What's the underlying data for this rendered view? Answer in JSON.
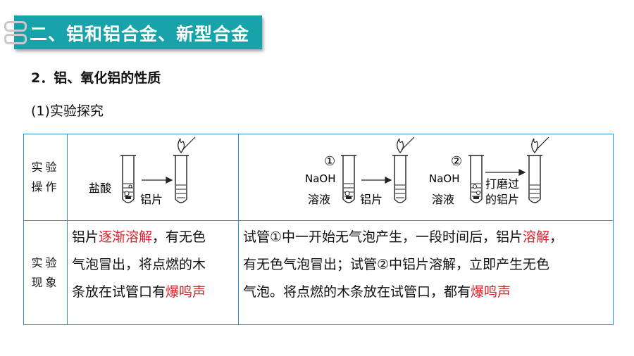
{
  "banner": {
    "title": "二、铝和铝合金、新型合金"
  },
  "heading2": "2．铝、氧化铝的性质",
  "heading3": "(1)实验探究",
  "table": {
    "row1_header": [
      "实验",
      "操作"
    ],
    "row2_header": [
      "实验",
      "现象"
    ],
    "op1": {
      "reagent": "盐酸",
      "metal": "铝片"
    },
    "op2": {
      "tube1": {
        "number": "①",
        "reagent_line1": "NaOH",
        "reagent_line2": "溶液",
        "metal": "铝片"
      },
      "tube2": {
        "number": "②",
        "reagent_line1": "NaOH",
        "reagent_line2": "溶液",
        "metal_line1": "打磨过",
        "metal_line2": "的铝片"
      }
    },
    "phen1": {
      "line1_a": "铝片",
      "line1_red": "逐渐溶解",
      "line1_b": "，有无色",
      "line2": "气泡冒出，将点燃的木",
      "line3_a": "条放在试管口有",
      "line3_red": "爆鸣声"
    },
    "phen2": {
      "line1_a": "试管①中一开始无气泡产生，一段时间后，铝片",
      "line1_red": "溶解",
      "line1_b": "，",
      "line2": "有无色气泡冒出；试管②中铝片溶解，立即产生无色",
      "line3_a": "气泡。将点燃的木条放在试管口，都有",
      "line3_red": "爆鸣声"
    }
  },
  "colors": {
    "banner": "#17a3a9",
    "border": "#2f8fd3",
    "highlight": "#e0202a"
  }
}
